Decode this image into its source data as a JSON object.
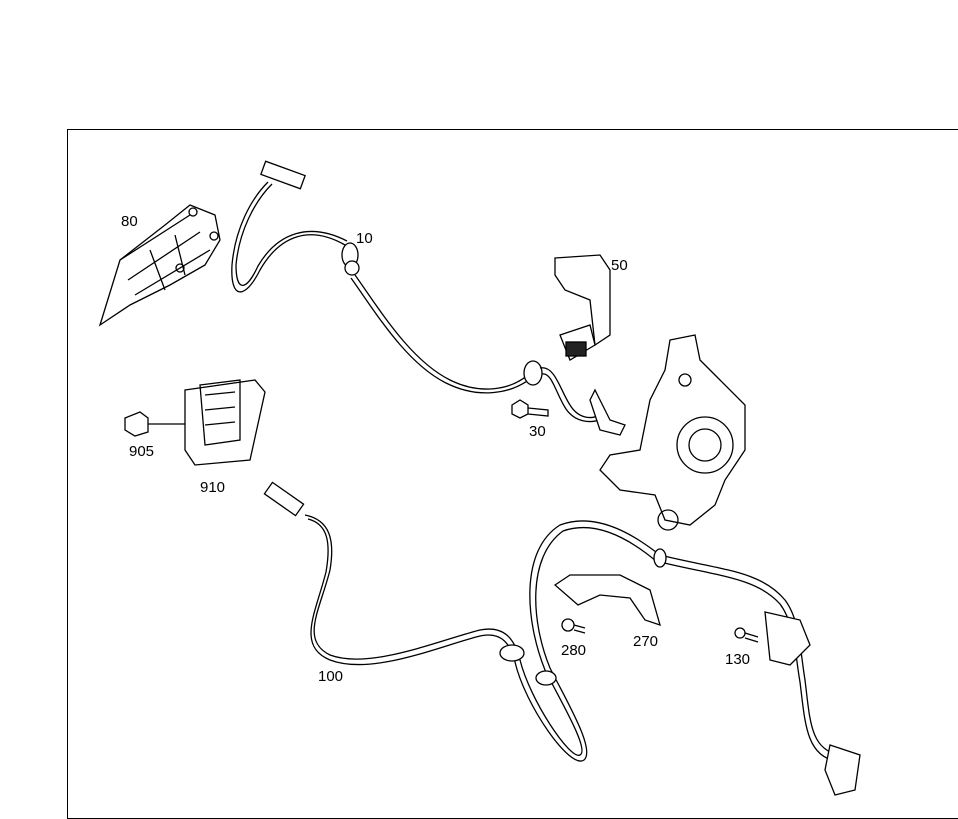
{
  "diagram": {
    "parts": [
      {
        "callout": "80",
        "part": "bracket-assembly"
      },
      {
        "callout": "10",
        "part": "sensor-cable-front"
      },
      {
        "callout": "50",
        "part": "mounting-bracket"
      },
      {
        "callout": "905",
        "part": "connector-plug"
      },
      {
        "callout": "910",
        "part": "connector-housing"
      },
      {
        "callout": "30",
        "part": "bolt"
      },
      {
        "callout": "100",
        "part": "sensor-cable-rear"
      },
      {
        "callout": "270",
        "part": "cable-holder"
      },
      {
        "callout": "280",
        "part": "screw"
      },
      {
        "callout": "130",
        "part": "screw-rear"
      }
    ]
  }
}
